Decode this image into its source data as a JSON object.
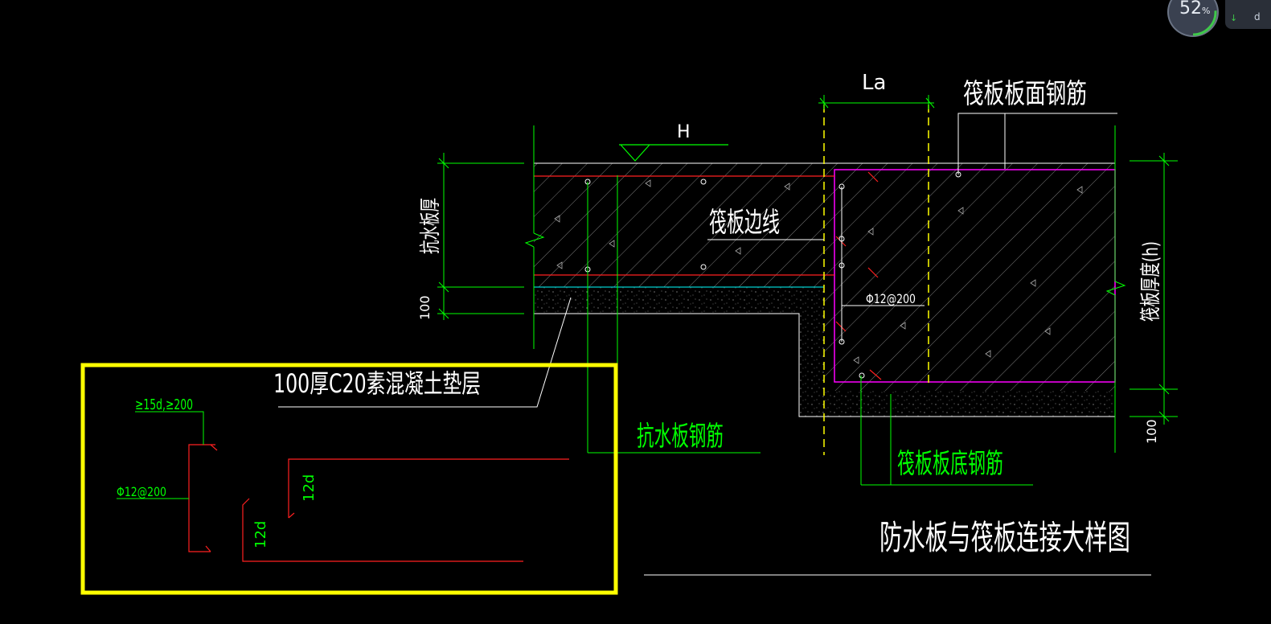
{
  "labels": {
    "la": "La",
    "h": "H",
    "raft_top_rebar": "筏板板面钢筋",
    "waterproof_thickness": "抗水板厚",
    "raft_edge": "筏板边线",
    "dim_100_left": "100",
    "dim_100_right": "100",
    "rebar_spec_main": "Φ12@200",
    "cushion_layer": "100厚C20素混凝土垫层",
    "waterproof_rebar": "抗水板钢筋",
    "raft_bottom_rebar": "筏板板底钢筋",
    "raft_thickness": "筏板厚度(h)",
    "drawing_title": "防水板与筏板连接大样图"
  },
  "detail_box": {
    "anchor_label": "≥15d,≥200",
    "rebar_spec": "Φ12@200",
    "hook_label_1": "12d",
    "hook_label_2": "12d"
  },
  "zoom_widget": {
    "value": "52",
    "unit": "%",
    "side_text": "d"
  },
  "colors": {
    "background": "#000000",
    "dimension": "#00ff00",
    "rebar": "#ff2020",
    "raft_outline": "#ff00ff",
    "leader": "#ffffff",
    "centerline": "#ffff00",
    "highlight_box": "#ffff00",
    "waterproof_boundary": "#00ffff"
  }
}
